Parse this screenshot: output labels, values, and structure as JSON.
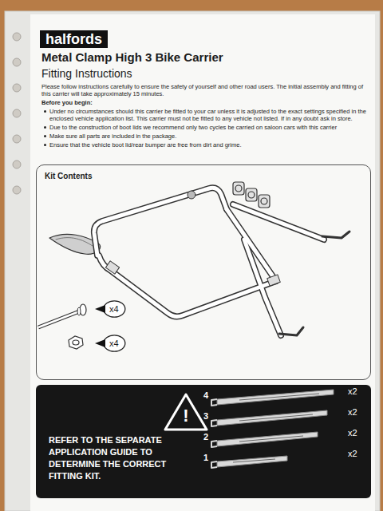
{
  "diagram": {
    "title": "Metal Clamp High 3 Bike Carrier",
    "nodes": [
      {
        "text": [
          "halfords"
        ]
      },
      {
        "text": [
          "Kit Contents"
        ]
      },
      {
        "text": [
          "x4"
        ],
        "in": 1
      },
      {
        "text": [
          "x4"
        ],
        "in": 1
      },
      {
        "text": [
          "REFER TO THE SEPARATE APPLICATION GUIDE TO DETERMINE THE CORRECT FITTING KIT."
        ]
      },
      {
        "text": [
          "!"
        ],
        "in": 4
      }
    ],
    "labels": [
      "Fitting Instructions",
      "Please follow instructions carefully to ensure the safety of yourself and other road users. The initial assembly and fitting of this carrier will take approximately 15 minutes.",
      "Before you begin:",
      "Under no circumstances should this carrier be fitted to your car unless it is adjusted to the exact settings specified in the enclosed vehicle application list. This carrier must not be fitted to any vehicle not listed. If in any doubt ask in store.",
      "Due to the construction of boot lids we recommend only two cycles be carried on saloon cars with this carrier",
      "Make sure all parts are included in the package.",
      "Ensure that the vehicle boot lid/rear bumper are free from dirt and grime.",
      "4",
      "x2",
      "3",
      "x2",
      "2",
      "x2",
      "1",
      "x2"
    ]
  }
}
